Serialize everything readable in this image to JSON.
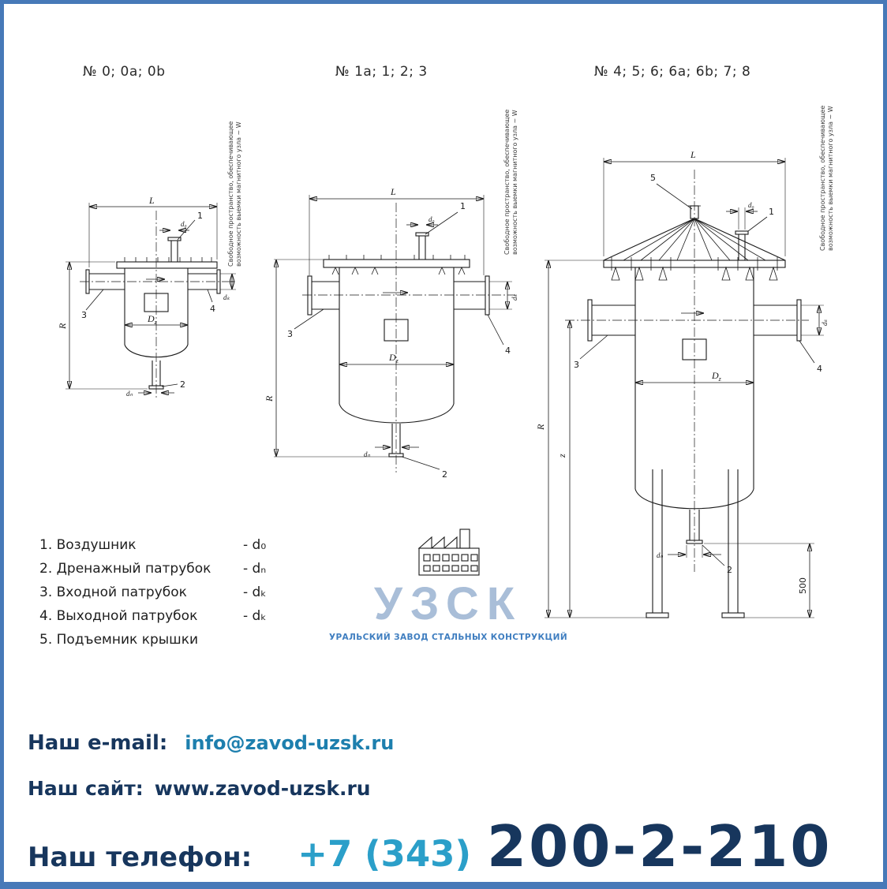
{
  "drawings": {
    "titles": [
      "№ 0; 0a; 0b",
      "№ 1a; 1; 2; 3",
      "№ 4; 5; 6; 6a; 6b; 7; 8"
    ],
    "note_line1": "Свободное пространство, обеспечивающее",
    "note_line2": "возможность выемки магнитного узла ~ W",
    "dims": {
      "L": "L",
      "R": "R",
      "z": "z",
      "D": "D",
      "Dz_sub": "z",
      "d0": "d₀",
      "dn": "dₙ",
      "dk": "dₖ",
      "n500": "500"
    },
    "callouts": {
      "c1": "1",
      "c2": "2",
      "c3": "3",
      "c4": "4",
      "c5": "5"
    }
  },
  "legend": {
    "items": [
      {
        "text": "1. Воздушник",
        "dim": "- d₀"
      },
      {
        "text": "2. Дренажный патрубок",
        "dim": "- dₙ"
      },
      {
        "text": "3. Входной патрубок",
        "dim": "- dₖ"
      },
      {
        "text": "4. Выходной патрубок",
        "dim": "- dₖ"
      },
      {
        "text": "5. Подъемник крышки",
        "dim": ""
      }
    ]
  },
  "watermark": {
    "brand": "УЗСК",
    "subtitle": "УРАЛЬСКИЙ ЗАВОД СТАЛЬНЫХ КОНСТРУКЦИЙ"
  },
  "contacts": {
    "email_label": "Наш e-mail:",
    "email_value": "info@zavod-uzsk.ru",
    "site_label": "Наш сайт:",
    "site_value": "www.zavod-uzsk.ru",
    "phone_label": "Наш телефон:",
    "phone_prefix": "+7 (343)",
    "phone_number": "200-2-210"
  },
  "colors": {
    "frame_blue": "#4779b8",
    "navy_text": "#17365d",
    "teal_text": "#1d7fae",
    "phone_teal": "#2b9fc9",
    "watermark_letters": "#a9bed8",
    "watermark_blue": "#3f7ec0",
    "drawing_ink": "#1a1a1a"
  }
}
